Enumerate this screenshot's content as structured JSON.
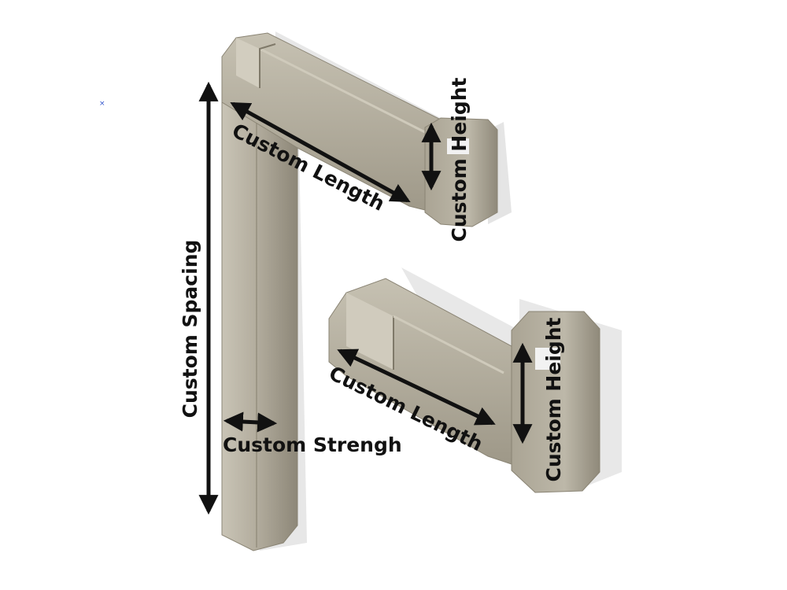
{
  "labels": {
    "spacing": "Custom Spacing",
    "strength": "Custom Strengh",
    "length_top": "Custom Length",
    "height_top": "Custom Height",
    "length_bottom": "Custom Length",
    "height_bottom": "Custom Height"
  },
  "colors": {
    "background": "#ffffff",
    "part_light": "#bdb8a9",
    "part_mid": "#a8a292",
    "part_dark": "#8f897a",
    "shadow": "#c4c4c4",
    "arrow": "#111111",
    "cursor_mark": "#3355cc"
  }
}
